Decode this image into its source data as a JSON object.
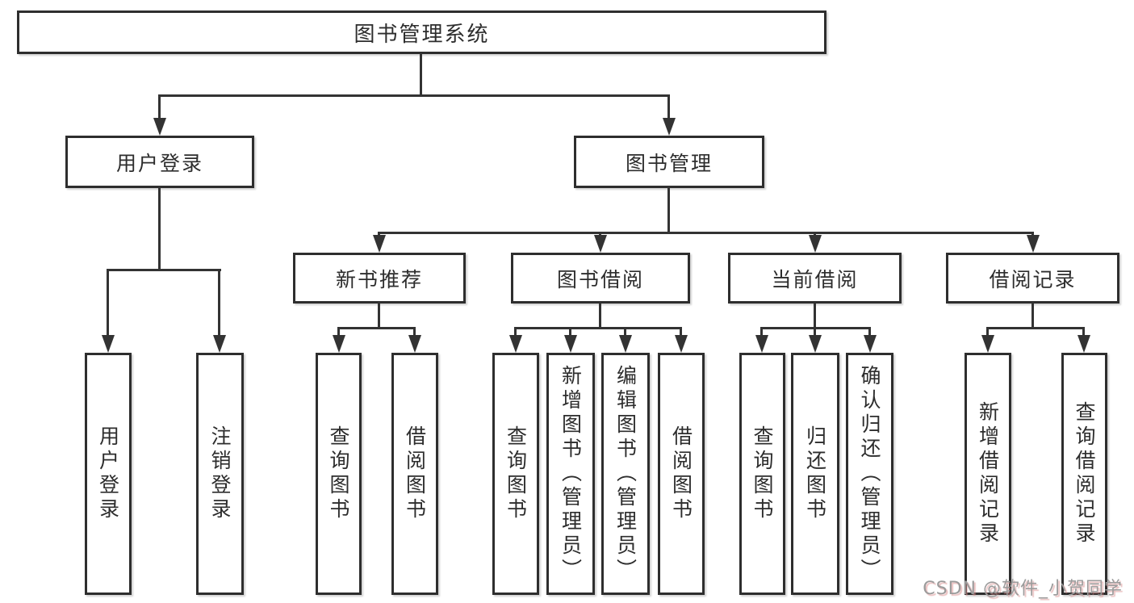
{
  "tree": {
    "root": {
      "label": "图书管理系统",
      "children": [
        {
          "label": "用户登录",
          "children": [
            {
              "label": "用户登录"
            },
            {
              "label": "注销登录"
            }
          ]
        },
        {
          "label": "图书管理",
          "children": [
            {
              "label": "新书推荐",
              "children": [
                {
                  "label": "查询图书"
                },
                {
                  "label": "借阅图书"
                }
              ]
            },
            {
              "label": "图书借阅",
              "children": [
                {
                  "label": "查询图书"
                },
                {
                  "label": "新增图书（管理员）"
                },
                {
                  "label": "编辑图书（管理员）"
                },
                {
                  "label": "借阅图书"
                }
              ]
            },
            {
              "label": "当前借阅",
              "children": [
                {
                  "label": "查询图书"
                },
                {
                  "label": "归还图书"
                },
                {
                  "label": "确认归还（管理员）"
                }
              ]
            },
            {
              "label": "借阅记录",
              "children": [
                {
                  "label": "新增借阅记录"
                },
                {
                  "label": "查询借阅记录"
                }
              ]
            }
          ]
        }
      ]
    }
  },
  "watermark": {
    "text": "CSDN @软件_小贺同学"
  },
  "colors": {
    "line": "#333333",
    "box_border": "#2e2e2e",
    "text": "#2d2d2d",
    "background": "#ffffff",
    "watermark_gray": "#9b9b9b",
    "watermark_red": "#d98a8a"
  }
}
